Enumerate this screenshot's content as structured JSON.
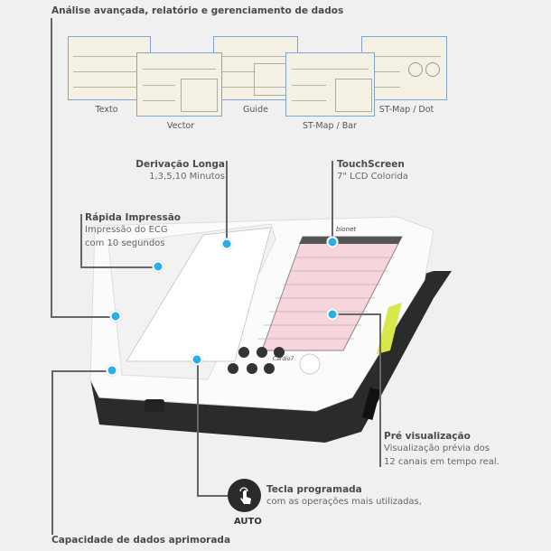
{
  "header": {
    "title": "Análise avançada, relatório e gerenciamento de dados"
  },
  "report_thumbnails": [
    {
      "label": "Texto"
    },
    {
      "label": "Vector"
    },
    {
      "label": "Guide"
    },
    {
      "label": "ST-Map / Bar"
    },
    {
      "label": "ST-Map / Dot"
    }
  ],
  "features": {
    "long_lead": {
      "title": "Derivação Longa",
      "text": "1,3,5,10 Minutos"
    },
    "touchscreen": {
      "title": "TouchScreen",
      "text": "7\" LCD Colorida"
    },
    "quick_print": {
      "title": "Rápida Impressão",
      "line1": "Impressão do ECG",
      "line2": "com 10 segundos"
    },
    "preview": {
      "title": "Pré visualização",
      "line1": "Visualização prévia dos",
      "line2": "12 canais em tempo real."
    },
    "programmed_key": {
      "title": "Tecla programada",
      "text": "com as operações mais utilizadas,",
      "badge": "AUTO"
    },
    "data_capacity": {
      "title": "Capacidade de dados aprimorada"
    }
  },
  "device": {
    "brand": "bionet",
    "model": "Cardio7"
  },
  "colors": {
    "accent": "#29aee8",
    "ecg_grid": "#f6d6dc",
    "base": "#2b2b2b"
  }
}
